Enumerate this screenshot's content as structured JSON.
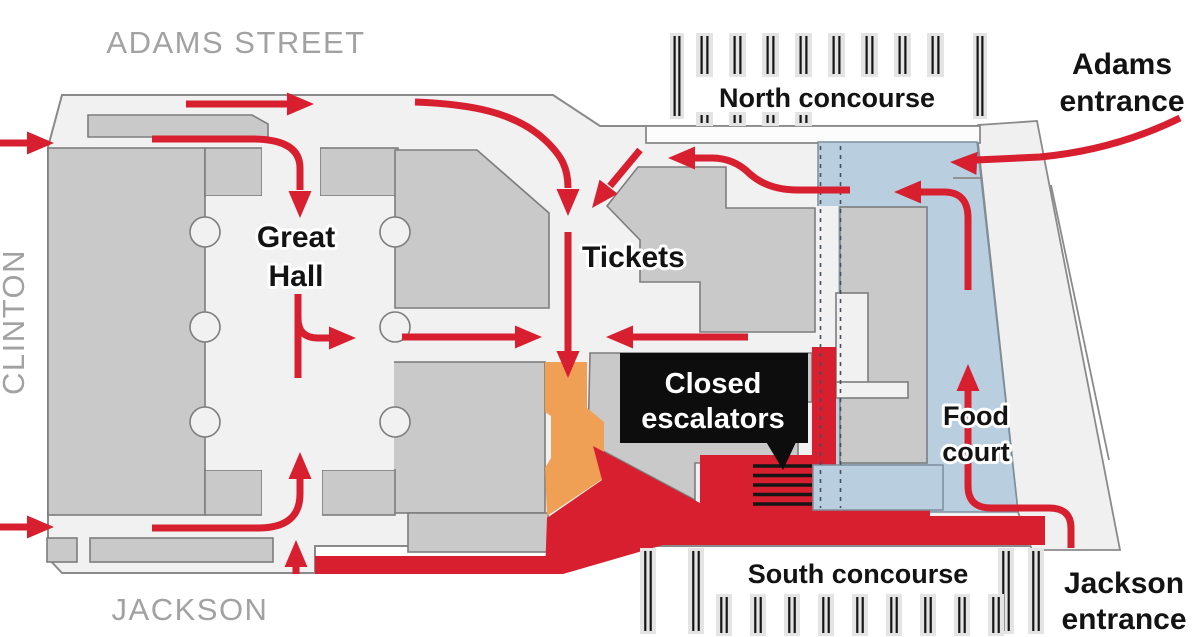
{
  "streets": {
    "adams": "ADAMS STREET",
    "clinton": "CLINTON",
    "jackson": "JACKSON"
  },
  "concourses": {
    "north": "North concourse",
    "south": "South concourse"
  },
  "entrances": {
    "adams": {
      "line1": "Adams",
      "line2": "entrance"
    },
    "jackson": {
      "line1": "Jackson",
      "line2": "entrance"
    }
  },
  "areas": {
    "great_hall": {
      "line1": "Great",
      "line2": "Hall"
    },
    "tickets": "Tickets",
    "food_court": {
      "line1": "Food",
      "line2": "court"
    }
  },
  "callout": {
    "line1": "Closed",
    "line2": "escalators"
  },
  "colors": {
    "flow_red": "#d81f2f",
    "closed_orange": "#efa055",
    "food_court_blue": "#b9cfe0",
    "building_gray": "#c9c9c9",
    "floor_light": "#f1f1f1",
    "track_bar": "#e4e4e4",
    "track_line": "#161616",
    "callout_bg": "#0d0d0d",
    "callout_text": "#ffffff",
    "street_text": "#a2a2a2",
    "label_text": "#131313"
  }
}
